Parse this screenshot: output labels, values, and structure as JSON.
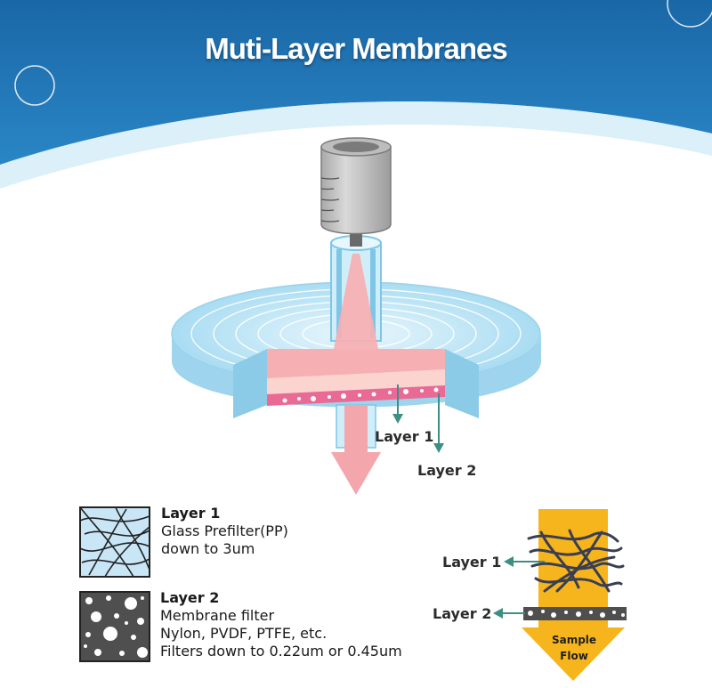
{
  "title": "Muti-Layer Membranes",
  "diagram": {
    "layer1_label": "Layer 1",
    "layer2_label": "Layer 2"
  },
  "legend": {
    "layer1": {
      "heading": "Layer 1",
      "lines": [
        "Glass Prefilter(PP)",
        "down to 3um"
      ]
    },
    "layer2": {
      "heading": "Layer 2",
      "lines": [
        "Membrane filter",
        "Nylon, PVDF, PTFE, etc.",
        "Filters down to 0.22um or 0.45um"
      ]
    }
  },
  "flow_diagram": {
    "layer1_label": "Layer 1",
    "layer2_label": "Layer 2",
    "arrow_text_line1": "Sample",
    "arrow_text_line2": "Flow"
  },
  "colors": {
    "header_blue": "#1d70b0",
    "filter_blue": "#b8e2f5",
    "sample_pink": "#f7b3b8",
    "flow_yellow": "#f6b51c",
    "annotation_teal": "#3e8f83"
  }
}
